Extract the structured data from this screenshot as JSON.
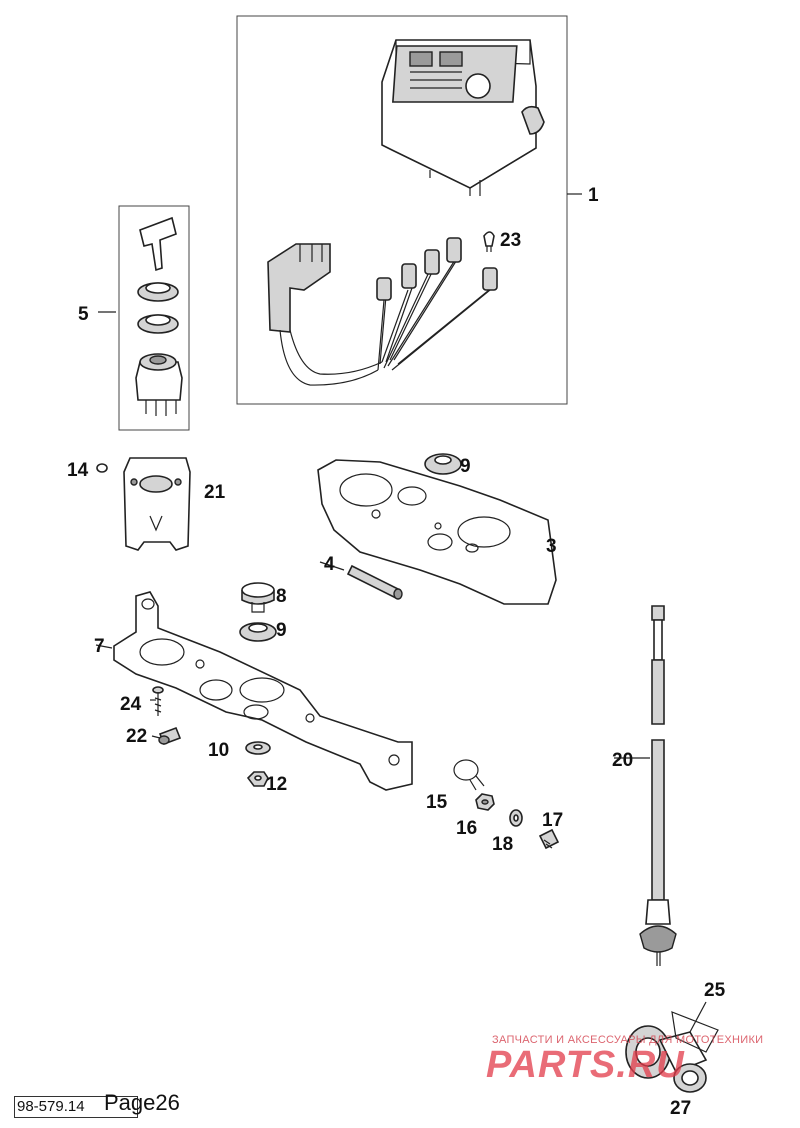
{
  "diagram": {
    "part_labels": [
      {
        "id": "1",
        "text": "1"
      },
      {
        "id": "23",
        "text": "23"
      },
      {
        "id": "5",
        "text": "5"
      },
      {
        "id": "14",
        "text": "14"
      },
      {
        "id": "21",
        "text": "21"
      },
      {
        "id": "9a",
        "text": "9"
      },
      {
        "id": "3",
        "text": "3"
      },
      {
        "id": "4",
        "text": "4"
      },
      {
        "id": "8",
        "text": "8"
      },
      {
        "id": "9b",
        "text": "9"
      },
      {
        "id": "7",
        "text": "7"
      },
      {
        "id": "24",
        "text": "24"
      },
      {
        "id": "22",
        "text": "22"
      },
      {
        "id": "10",
        "text": "10"
      },
      {
        "id": "12",
        "text": "12"
      },
      {
        "id": "15",
        "text": "15"
      },
      {
        "id": "16",
        "text": "16"
      },
      {
        "id": "18",
        "text": "18"
      },
      {
        "id": "17",
        "text": "17"
      },
      {
        "id": "20",
        "text": "20"
      },
      {
        "id": "25",
        "text": "25"
      },
      {
        "id": "27",
        "text": "27"
      }
    ]
  },
  "footer": {
    "code": "98-579.14",
    "page": "Page26"
  },
  "watermark": {
    "subtitle": "ЗАПЧАСТИ И АКСЕССУАРЫ ДЛЯ МОТОТЕХНИКИ",
    "brand": "PARTS.RU"
  }
}
